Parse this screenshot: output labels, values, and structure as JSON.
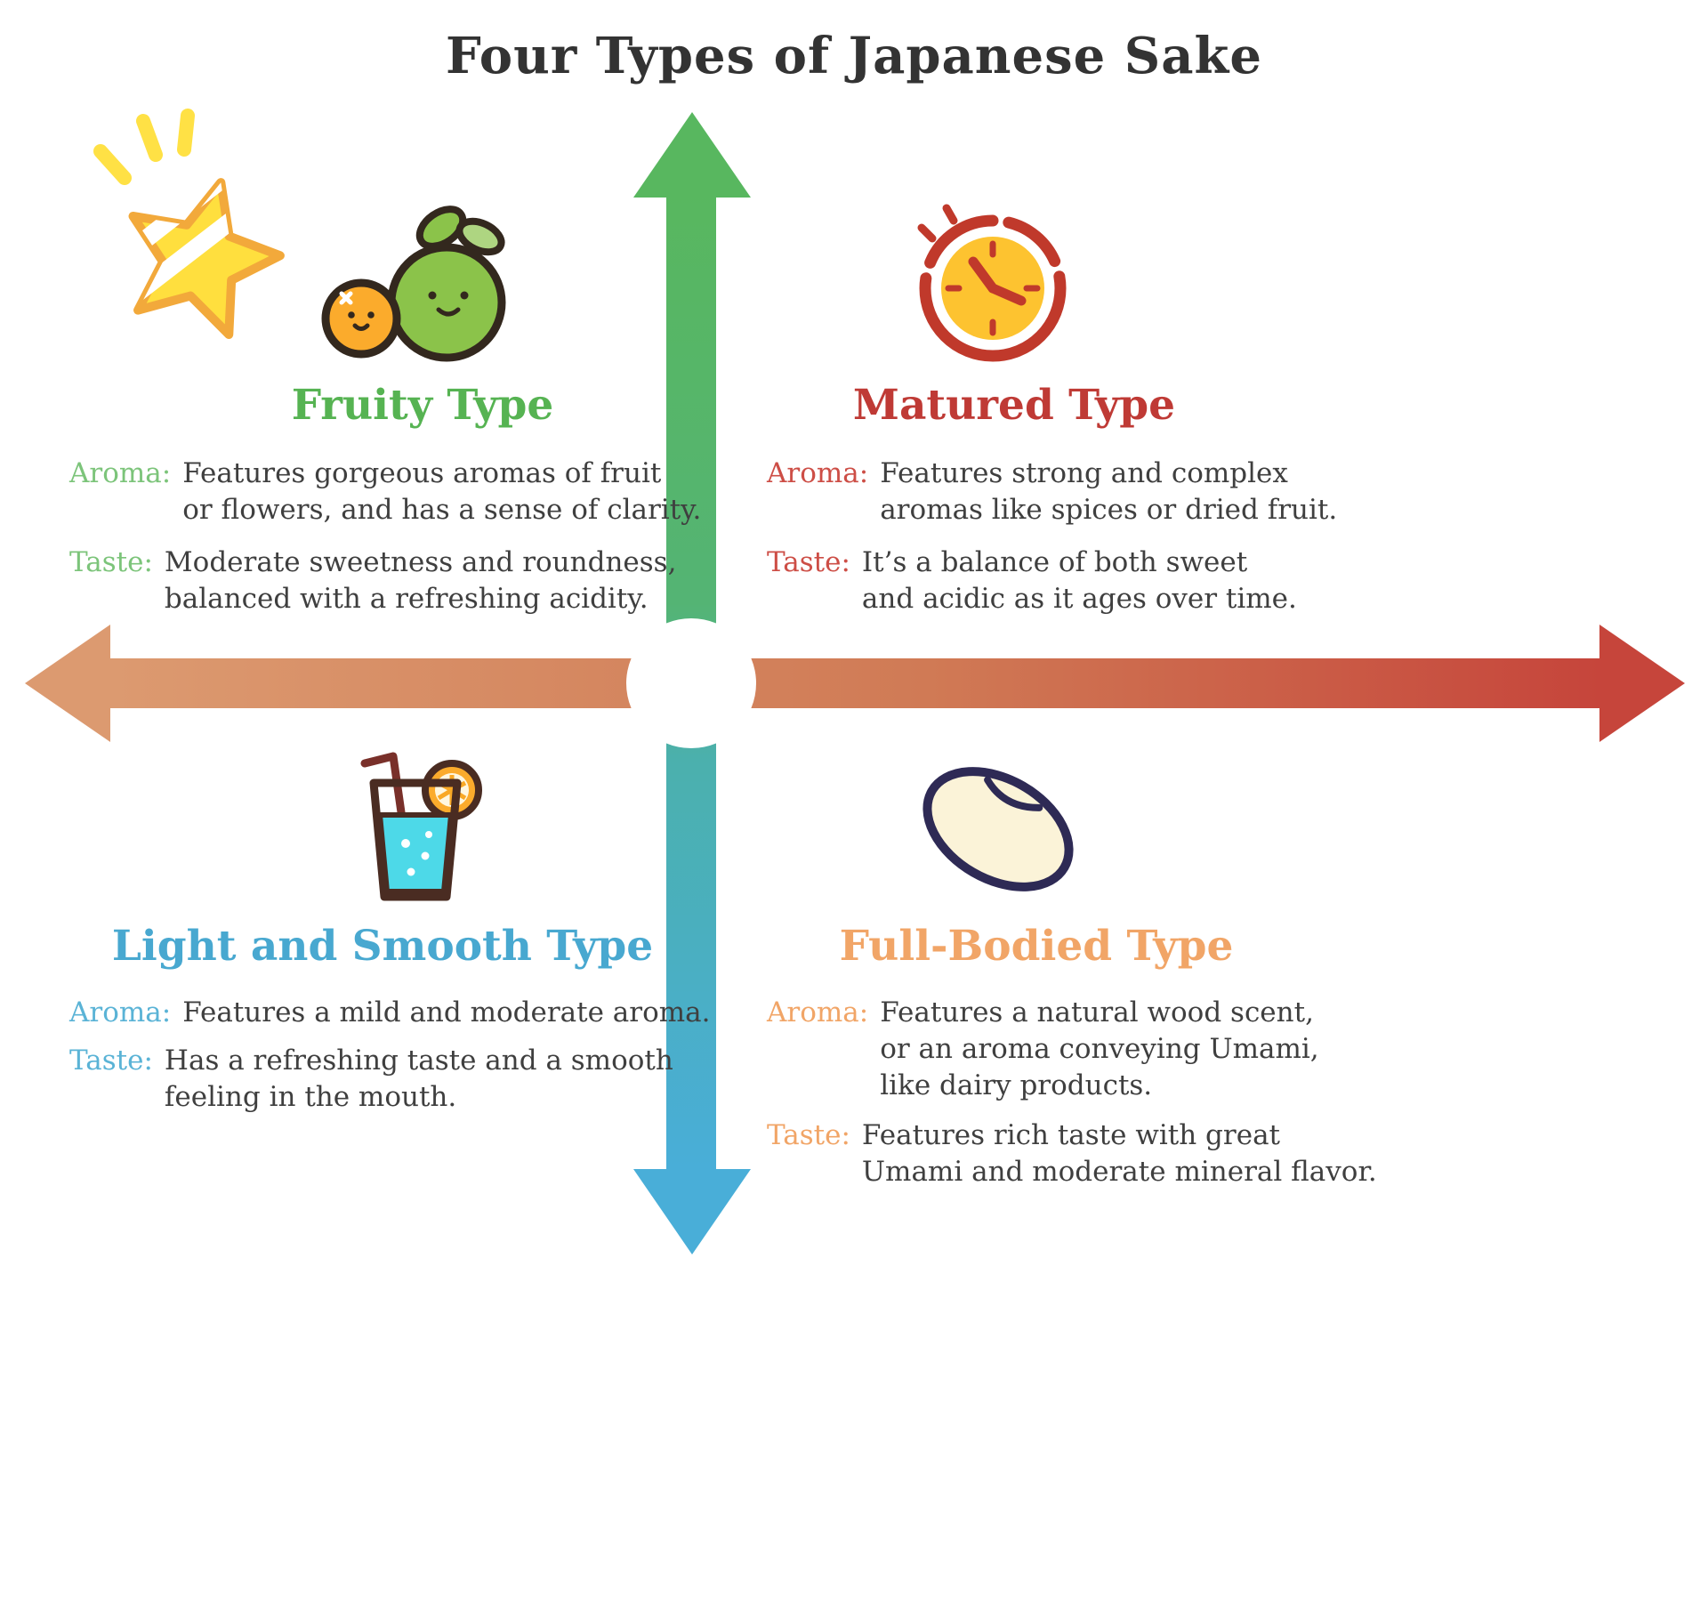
{
  "title": "Four Types of Japanese Sake",
  "axes": {
    "vertical_top_color": "#58b75f",
    "vertical_bottom_color": "#49aed8",
    "horizontal_left_color": "#dc9a70",
    "horizontal_right_color": "#c6453b"
  },
  "icons": {
    "fruity": [
      "sparkle-star-icon",
      "citrus-fruits-icon"
    ],
    "matured": "clock-icon",
    "light": "drink-glass-icon",
    "full": "rice-grain-icon"
  },
  "quadrants": {
    "fruity": {
      "title": "Fruity Type",
      "color": "#56b352",
      "aroma_label": "Aroma:",
      "aroma": "Features gorgeous aromas of fruit\nor flowers, and has a sense of clarity.",
      "taste_label": "Taste:",
      "taste": "Moderate sweetness and roundness,\nbalanced with a refreshing acidity."
    },
    "matured": {
      "title": "Matured Type",
      "color": "#bf3a35",
      "aroma_label": "Aroma:",
      "aroma": "Features strong and complex\naromas like spices or dried fruit.",
      "taste_label": "Taste:",
      "taste": "It’s a balance of both sweet\nand acidic as it ages over time."
    },
    "light": {
      "title": "Light and Smooth Type",
      "color": "#48a8d0",
      "aroma_label": "Aroma:",
      "aroma": "Features a mild and moderate aroma.",
      "taste_label": "Taste:",
      "taste": "Has a refreshing taste and a smooth\nfeeling in the mouth."
    },
    "full": {
      "title": "Full-Bodied Type",
      "color": "#f1a567",
      "aroma_label": "Aroma:",
      "aroma": "Features a natural wood scent,\nor an aroma conveying Umami,\nlike dairy products.",
      "taste_label": "Taste:",
      "taste": "Features rich taste with great\nUmami and moderate mineral flavor."
    }
  }
}
